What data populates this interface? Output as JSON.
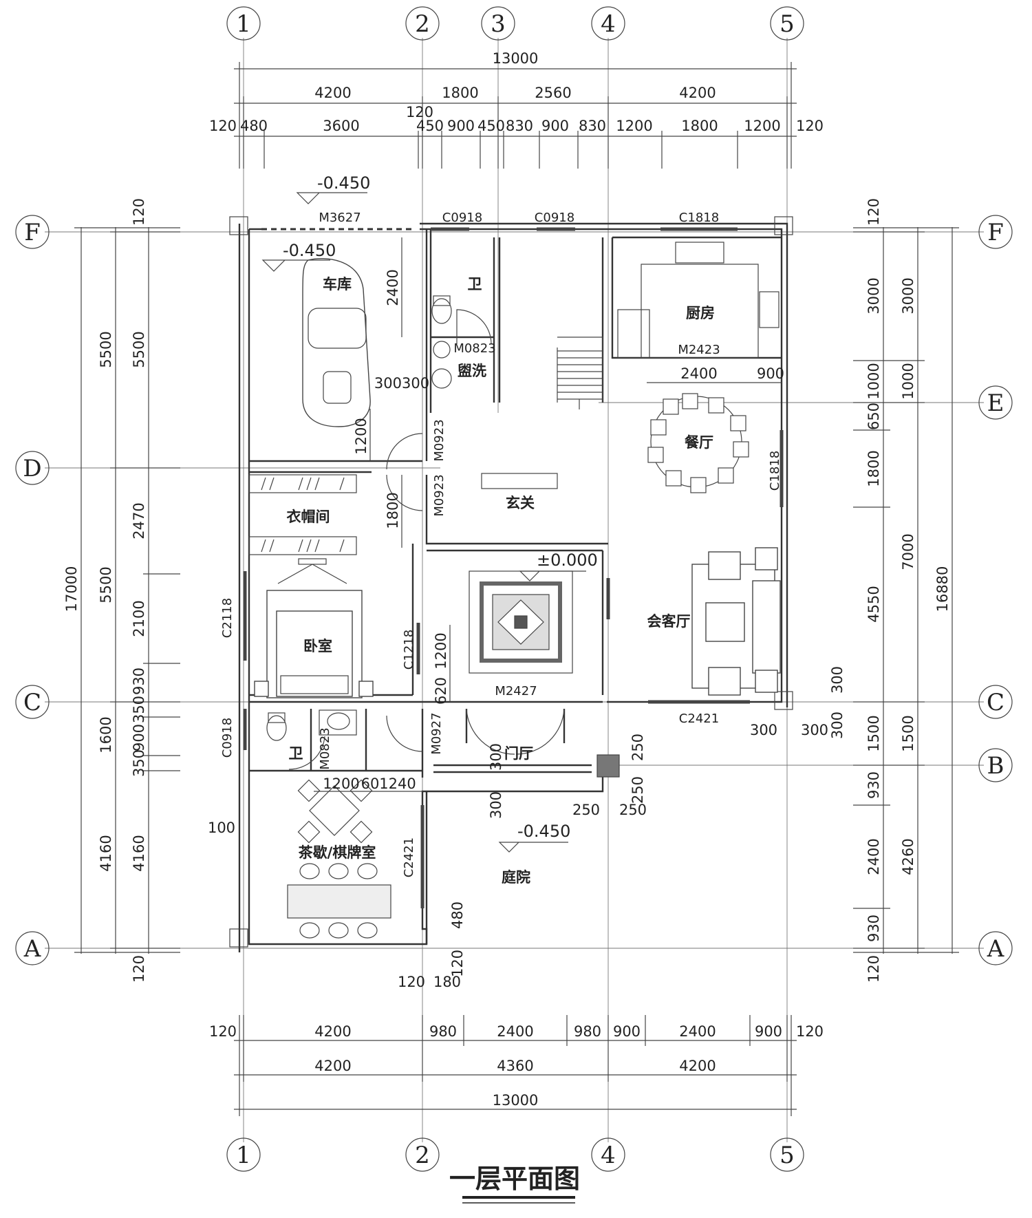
{
  "title": "一层平面图",
  "axes": {
    "vertical": [
      "1",
      "2",
      "3",
      "4",
      "5"
    ],
    "horizontal": [
      "A",
      "B",
      "C",
      "D",
      "E",
      "F"
    ]
  },
  "dims_top": {
    "total": "13000",
    "row2": [
      "4200",
      "1800",
      "2560",
      "4200"
    ],
    "row3": [
      "120",
      "480",
      "3600",
      "450",
      "900",
      "450",
      "830",
      "900",
      "830",
      "1200",
      "1800",
      "1200",
      "120"
    ],
    "extra": "120"
  },
  "dims_bottom": {
    "row1": [
      "120",
      "4200",
      "980",
      "2400",
      "980",
      "900",
      "2400",
      "900",
      "120"
    ],
    "row2": [
      "4200",
      "4360",
      "4200"
    ],
    "total": "13000"
  },
  "dims_left": {
    "total": "17000",
    "row2": [
      "5500",
      "5500",
      "4160"
    ],
    "row3": [
      "5500",
      "2470",
      "2100",
      "930",
      "350",
      "1600",
      "900",
      "350",
      "4160"
    ],
    "ends": [
      "120",
      "120"
    ]
  },
  "dims_right": {
    "total": "16880",
    "row2": [
      "3000",
      "1000",
      "7000",
      "1500",
      "4260"
    ],
    "row1": [
      "3000",
      "1000",
      "650",
      "1800",
      "4550",
      "1500",
      "930",
      "2400",
      "930"
    ],
    "ends": [
      "120",
      "120"
    ]
  },
  "rooms": {
    "garage": "车库",
    "wc1": "卫",
    "wash": "盥洗",
    "kitchen": "厨房",
    "dining": "餐厅",
    "closet": "衣帽间",
    "foyer": "玄关",
    "bedroom": "卧室",
    "living": "会客厅",
    "wc2": "卫",
    "vestibule": "门厅",
    "tea": "茶歇/棋牌室",
    "yard": "庭院"
  },
  "codes": {
    "m3627": "M3627",
    "c0918a": "C0918",
    "c0918b": "C0918",
    "c1818a": "C1818",
    "m0823a": "M0823",
    "m2423": "M2423",
    "m0923a": "M0923",
    "m0923b": "M0923",
    "c1818b": "C1818",
    "c2118": "C2118",
    "c1218": "C1218",
    "m2427": "M2427",
    "c2421a": "C2421",
    "c0918c": "C0918",
    "m0823b": "M0823",
    "m0927": "M0927",
    "c2421b": "C2421"
  },
  "levels": {
    "outer_garage": "-0.450",
    "garage": "-0.450",
    "living": "±0.000",
    "yard": "-0.450"
  },
  "local_dims": {
    "garage_2400": "2400",
    "garage_300300": "300300",
    "garage_1200": "1200",
    "closet_1800": "1800",
    "dining_2400": "2400",
    "dining_900": "900",
    "living_1200": "1200",
    "living_620": "620",
    "vest_300a": "300",
    "vest_300b": "300",
    "col_250a": "250",
    "col_250b": "250",
    "col_250c": "250",
    "col_250d": "250",
    "tea_1200": "1200",
    "tea_60": "60",
    "tea_1240": "1240",
    "tea_100": "100",
    "se_300a": "300",
    "se_300b": "300",
    "se_300c": "300",
    "se_300d": "300",
    "sw_480": "480",
    "sw_120": "120",
    "sw_120b": "120",
    "sw_180": "180"
  }
}
